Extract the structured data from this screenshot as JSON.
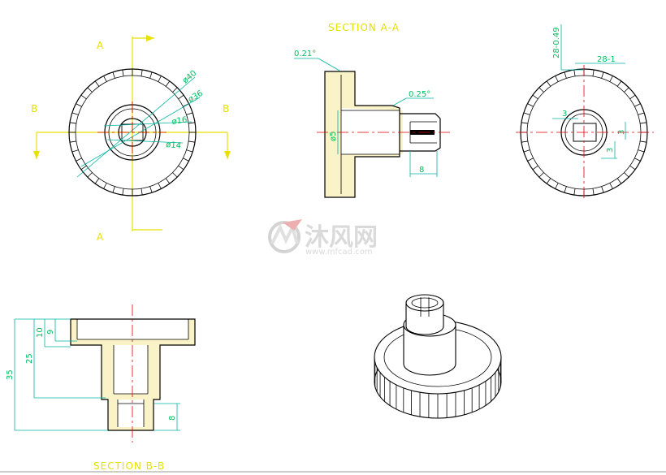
{
  "view_top": {
    "labels": {
      "a_top": "A",
      "a_bottom": "A",
      "b_left": "B",
      "b_right": "B"
    },
    "dims": {
      "d40": "ø40",
      "d36": "ø36",
      "d16": "ø16",
      "d14": "ø14"
    }
  },
  "section_aa": {
    "title": "SECTION A-A",
    "dims": {
      "ang_top": "0.21°",
      "ang_mid": "0.25°",
      "d5": "ø5",
      "len8": "8"
    }
  },
  "view_right": {
    "dims": {
      "d28_049": "28-0.49",
      "d28_1": "28-1",
      "d3a": "3",
      "d3b": "3",
      "d3c": "3"
    }
  },
  "section_bb": {
    "title": "SECTION B-B",
    "dims": {
      "h35": "35",
      "h25": "25",
      "h10": "10",
      "h9": "9",
      "h8": "8"
    }
  },
  "watermark": {
    "brand": "沐风网",
    "url": "www.mfcad.com"
  },
  "colors": {
    "outline": "#000000",
    "centerline": "#e00000",
    "dimension": "#00b4a0",
    "dim_text": "#00c060",
    "label": "#e8e000",
    "hatch_fill": "#fbf3c8"
  }
}
